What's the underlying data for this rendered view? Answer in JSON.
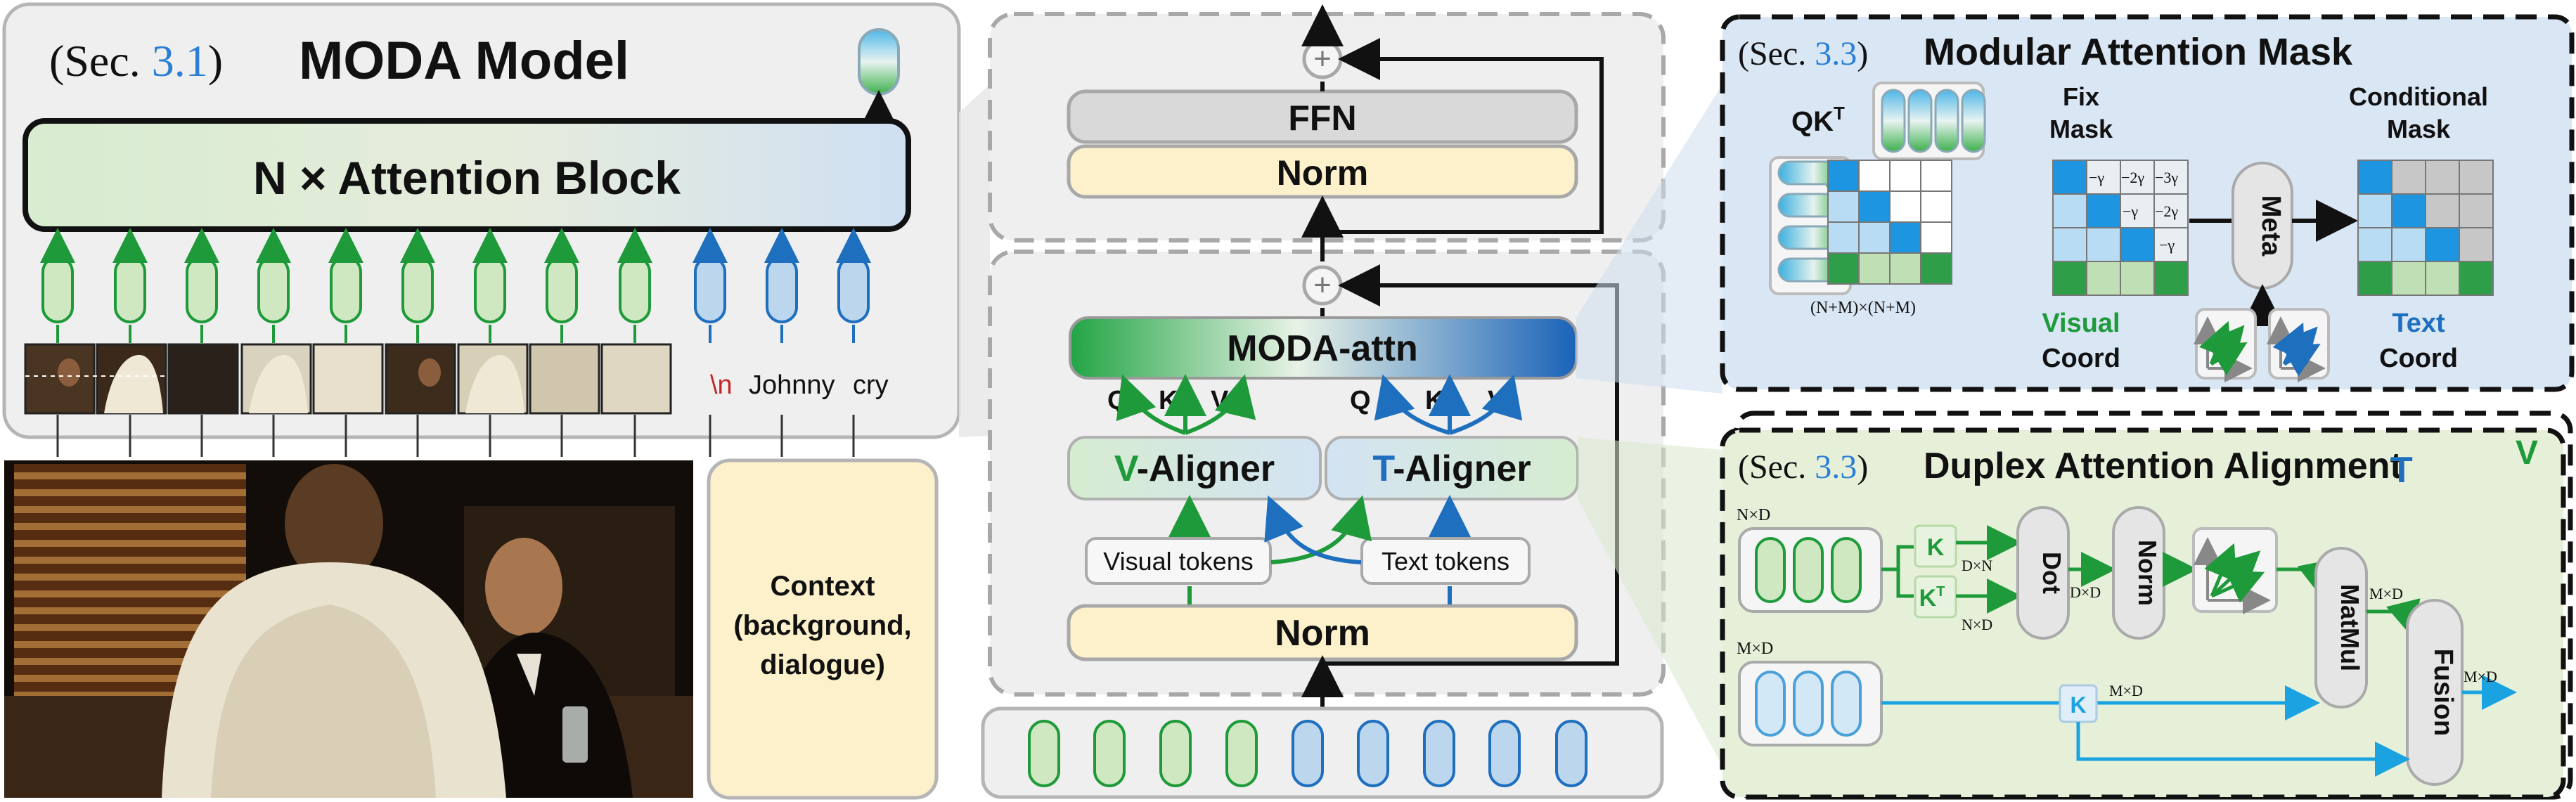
{
  "colors": {
    "green": "#1f9a3a",
    "green_light": "#cfe8c2",
    "blue": "#1f6fbf",
    "blue_light": "#bcd6ee",
    "cyan_arrow": "#1aa3e0",
    "norm_fill": "#fdf1cc",
    "panel_grey": "#efefef",
    "panel_blue": "#d9e6f4",
    "panel_green": "#e6f0d9",
    "context_fill": "#fdf1cc",
    "sec_blue": "#2a7fd4"
  },
  "moda_panel": {
    "sec_prefix": "(Sec. ",
    "sec_num": "3.1",
    "sec_suffix": ")",
    "title": "MODA Model",
    "block_label": "N × Attention Block",
    "text_tokens": [
      "\\n",
      "Johnny",
      "cry"
    ],
    "context_lines": [
      "Context",
      "(background,",
      "dialogue)"
    ],
    "output_icon": "token-capsule-icon"
  },
  "block_panel": {
    "ffn": "FFN",
    "norm_top": "Norm",
    "norm_bottom": "Norm",
    "moda_attn": "MODA-attn",
    "qkv_left": [
      "Q",
      "K",
      "V"
    ],
    "qkv_right": [
      "Q",
      "K",
      "V"
    ],
    "v_aligner_prefix": "V",
    "v_aligner_suffix": "-Aligner",
    "t_aligner_prefix": "T",
    "t_aligner_suffix": "-Aligner",
    "visual_tokens": "Visual tokens",
    "text_tokens": "Text tokens",
    "plus_symbol": "+"
  },
  "mask_panel": {
    "sec_prefix": "(Sec. ",
    "sec_num": "3.3",
    "sec_suffix": ")",
    "title": "Modular Attention Mask",
    "qkt": "QK",
    "qkt_sup": "T",
    "v_letter": "V",
    "fix_mask": [
      "Fix",
      "Mask"
    ],
    "conditional_mask": [
      "Conditional",
      "Mask"
    ],
    "meta": "Meta",
    "dims": "(N+M)×(N+M)",
    "gamma_labels": [
      "−γ",
      "−2γ",
      "−3γ",
      "−γ",
      "−2γ",
      "−γ"
    ],
    "visual_coord": [
      "Visual",
      "Coord"
    ],
    "text_coord": [
      "Text",
      "Coord"
    ]
  },
  "duplex_panel": {
    "sec_prefix": "(Sec. ",
    "sec_num": "3.3",
    "sec_suffix": ")",
    "title": "Duplex Attention Alignment",
    "title_t": "T",
    "title_v": "V",
    "nxd": "N×D",
    "mxd": "M×D",
    "k": "K",
    "kt": "K",
    "kt_sup": "T",
    "dxn": "D×N",
    "nxd2": "N×D",
    "dot": "Dot",
    "dxd": "D×D",
    "norm": "Norm",
    "matmul": "MatMul",
    "mxd2": "M×D",
    "fusion": "Fusion",
    "mxd3": "M×D",
    "k2": "K",
    "mxd4": "M×D"
  }
}
